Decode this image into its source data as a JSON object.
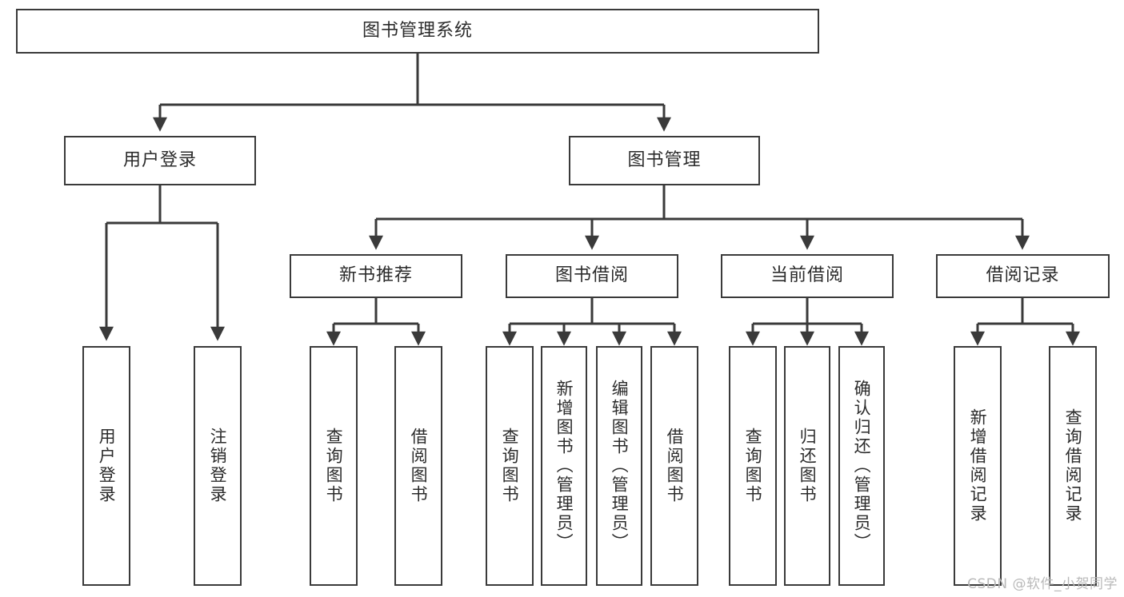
{
  "diagram": {
    "title": "图书管理系统",
    "watermark": "CSDN @软件_小贺同学",
    "line_color": "#3a3a3a",
    "box_fill": "#ffffff",
    "text_color": "#2b2b2b",
    "levels": {
      "root": {
        "label": "图书管理系统"
      },
      "level2": [
        {
          "label": "用户登录"
        },
        {
          "label": "图书管理"
        }
      ],
      "level3": [
        {
          "label": "新书推荐"
        },
        {
          "label": "图书借阅"
        },
        {
          "label": "当前借阅"
        },
        {
          "label": "借阅记录"
        }
      ],
      "leaves": {
        "user_login": [
          {
            "label": "用户登录"
          },
          {
            "label": "注销登录"
          }
        ],
        "new_book_recommend": [
          {
            "label": "查询图书"
          },
          {
            "label": "借阅图书"
          }
        ],
        "book_borrow": [
          {
            "label": "查询图书"
          },
          {
            "label": "新增图书（管理员）"
          },
          {
            "label": "编辑图书（管理员）"
          },
          {
            "label": "借阅图书"
          }
        ],
        "current_borrow": [
          {
            "label": "查询图书"
          },
          {
            "label": "归还图书"
          },
          {
            "label": "确认归还（管理员）"
          }
        ],
        "borrow_records": [
          {
            "label": "新增借阅记录"
          },
          {
            "label": "查询借阅记录"
          }
        ]
      }
    }
  }
}
